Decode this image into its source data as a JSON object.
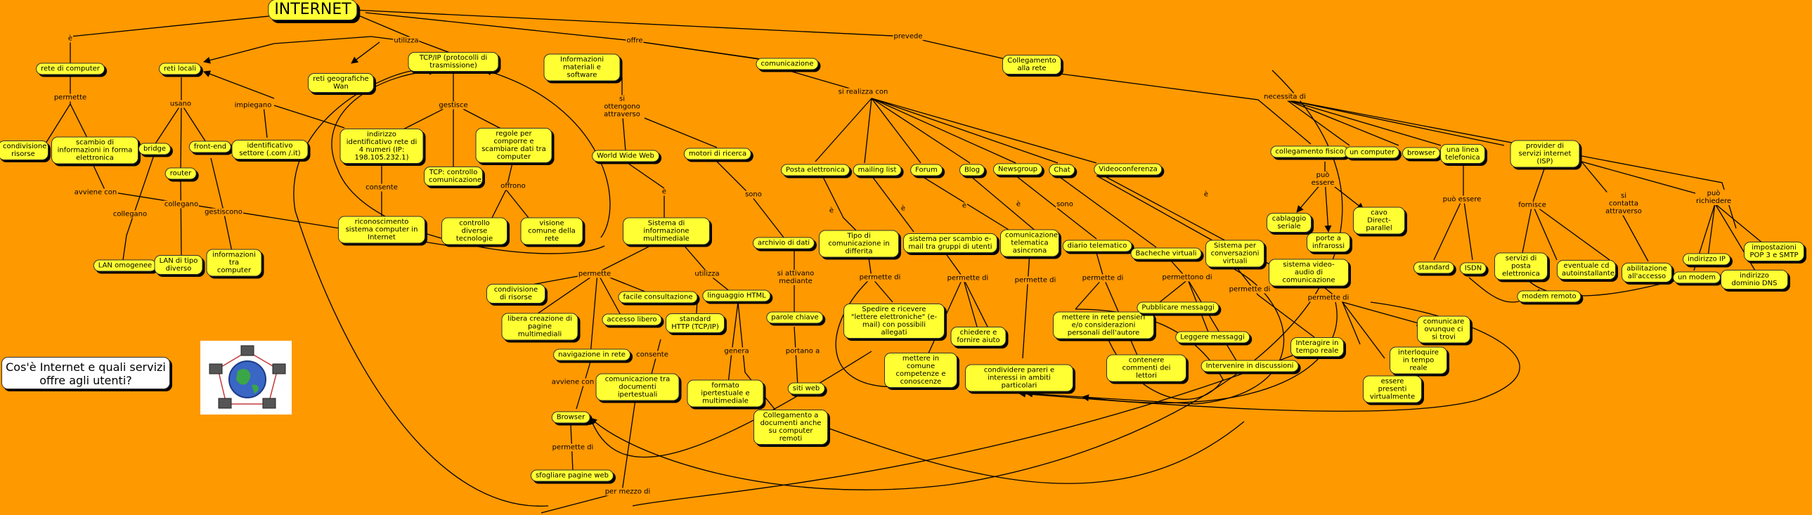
{
  "title": "INTERNET",
  "question": "Cos'è Internet e quali servizi offre agli utenti?",
  "nodes": {
    "internet": "INTERNET",
    "rete_computer": "rete di computer",
    "reti_locali": "reti locali",
    "reti_geo": "reti geografiche Wan",
    "tcpip": "TCP/IP (protocolli di trasmissione)",
    "info_mat": "Informazioni materiali e software",
    "comunicazione": "comunicazione",
    "collegamento_rete": "Collegamento alla rete",
    "condivisione_risorse": "condivisione risorse",
    "scambio_info": "scambio di informazioni in forma elettronica",
    "bridge": "bridge",
    "router": "router",
    "front_end": "front-end",
    "id_settore": "identificativo settore (.com /.it)",
    "ind_id": "indirizzo identificativo rete di 4 numeri (IP: 198.105.232.1)",
    "tcp_ctrl": "TCP: controllo comunicazione",
    "regole": "regole per comporre e scambiare dati tra computer",
    "ricon": "riconoscimento sistema computer in Internet",
    "ctrl_diverse": "controllo diverse tecnologie",
    "visione": "visione comune della rete",
    "lan_omog": "LAN omogenee",
    "lan_div": "LAN di tipo diverso",
    "info_comp": "informazioni tra computer",
    "www": "World Wide Web",
    "motori": "motori di ricerca",
    "sist_multi": "Sistema di informazione multimediale",
    "archivio": "archivio di dati",
    "parole": "parole chiave",
    "siti": "siti web",
    "cond_ris2": "condivisione di risorse",
    "libera": "libera creazione di pagine multimediali",
    "facile": "facile consultazione",
    "accesso": "accesso libero",
    "ling_html": "linguaggio HTML",
    "std_http": "standard HTTP (TCP/IP)",
    "nav": "navigazione in rete",
    "comm_tra": "comunicazione tra documenti ipertestuali",
    "formato": "formato ipertestuale e multimediale",
    "coll_doc": "Collegamento a documenti anche su computer remoti",
    "browser": "Browser",
    "sfogliare": "sfogliare pagine web",
    "posta": "Posta elettronica",
    "mailing": "mailing list",
    "forum": "Forum",
    "blog": "Blog",
    "newsgroup": "Newsgroup",
    "chat": "Chat",
    "video": "Videoconferenza",
    "tipo_com": "Tipo di comunicazione in differita",
    "spedire": "Spedire e ricevere \"lettere elettroniche\" (e-mail) con possibili allegati",
    "sist_scambio": "sistema per scambio e-mail tra gruppi di utenti",
    "mettere_comune": "mettere in comune competenze e conoscenze",
    "chiedere": "chiedere e fornire aiuto",
    "com_tel": "comunicazione telematica asincrona",
    "condividere": "condividere pareri e interessi in ambiti particolari",
    "diario": "diario telematico",
    "mettere_rete": "mettere in rete pensieri e/o considerazioni personali dell'autore",
    "contenere": "contenere commenti dei lettori",
    "bacheche": "Bacheche virtuali",
    "pubblicare": "Pubblicare messaggi",
    "leggere": "Leggere messaggi",
    "intervenire": "Intervenire in discussioni",
    "sist_conv": "Sistema per conversazioni virtuali",
    "interagire": "Interagire in tempo reale",
    "sist_video": "sistema video-audio di comunicazione",
    "comunicare": "comunicare ovunque ci si trovi",
    "interloquire": "interloquire in tempo reale",
    "presenti": "essere presenti virtualmente",
    "coll_fisico": "collegamento fisico",
    "un_computer": "un computer",
    "browser2": "browser",
    "linea_tel": "una linea telefonica",
    "provider": "provider di servizi internet (ISP)",
    "cablaggio": "cablaggio seriale",
    "porte_inf": "porte a infrarossi",
    "cavo": "cavo Direct-parallel",
    "standard": "standard",
    "isdn": "ISDN",
    "servizi_posta": "servizi di posta elettronica",
    "eventuale": "eventuale cd autoinstallante",
    "abilitazione": "abilitazione all'accesso",
    "modem_remoto": "modem remoto",
    "indirizzo_ip": "indirizzo IP",
    "un_modem": "un modem",
    "ind_dns": "indirizzo dominio DNS",
    "impost_pop": "impostazioni POP 3 e SMTP"
  },
  "labels": {
    "e1": "è",
    "utilizza": "utilizza",
    "offre": "offre",
    "prevede": "prevede",
    "permette1": "permette",
    "usano": "usano",
    "impiegano": "impiegano",
    "gestisce": "gestisce",
    "offrono": "offrono",
    "avviene_con": "avviene con",
    "collegano1": "collegano",
    "collegano2": "collegano",
    "gestiscono": "gestiscono",
    "consente1": "consente",
    "si_ottengono": "si ottengono attraverso",
    "si_realizza": "si realizza con",
    "e2": "è",
    "sono1": "sono",
    "si_attivano": "si attivano mediante",
    "portano": "portano a",
    "permette2": "permette",
    "utilizza2": "utilizza",
    "consente2": "consente",
    "genera": "genera",
    "avviene_con2": "avviene con",
    "permette_di1": "permette di",
    "per_mezzo": "per mezzo di",
    "e3": "è",
    "e4": "è",
    "e5": "è",
    "e6": "è",
    "sono2": "sono",
    "e7": "è",
    "permette_di2": "permette di",
    "permette_di3": "permette di",
    "permette_di4": "permette di",
    "permette_di5": "permette di",
    "permettono_di": "permettono di",
    "permette_di6": "permette di",
    "permette_di7": "permette di",
    "necessita": "necessita di",
    "puo_essere1": "può essere",
    "puo_essere2": "può essere",
    "fornisce": "fornisce",
    "si_contatta": "si contatta attraverso",
    "puo_richiedere": "può richiedere"
  },
  "colors": {
    "background": "#ff9900",
    "node": "#ffff33",
    "line": "#000000"
  }
}
